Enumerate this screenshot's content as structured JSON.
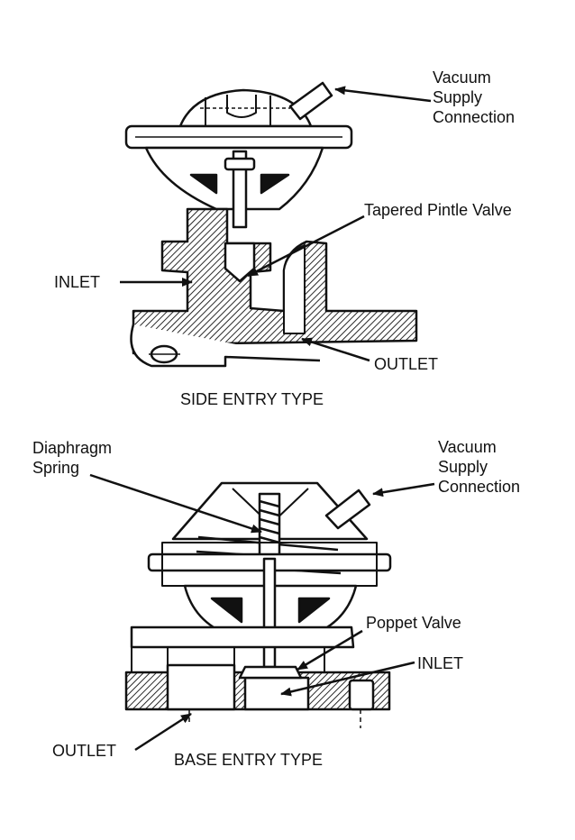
{
  "colors": {
    "ink": "#111111",
    "paper": "#ffffff"
  },
  "side_entry": {
    "caption": "SIDE ENTRY TYPE",
    "vacuum_label": [
      "Vacuum",
      "Supply",
      "Connection"
    ],
    "pintle_label": "Tapered Pintle Valve",
    "inlet_label": "INLET",
    "outlet_label": "OUTLET"
  },
  "base_entry": {
    "caption": "BASE ENTRY TYPE",
    "spring_label": [
      "Diaphragm",
      "Spring"
    ],
    "vacuum_label": [
      "Vacuum",
      "Supply",
      "Connection"
    ],
    "poppet_label": "Poppet Valve",
    "inlet_label": "INLET",
    "outlet_label": "OUTLET"
  }
}
